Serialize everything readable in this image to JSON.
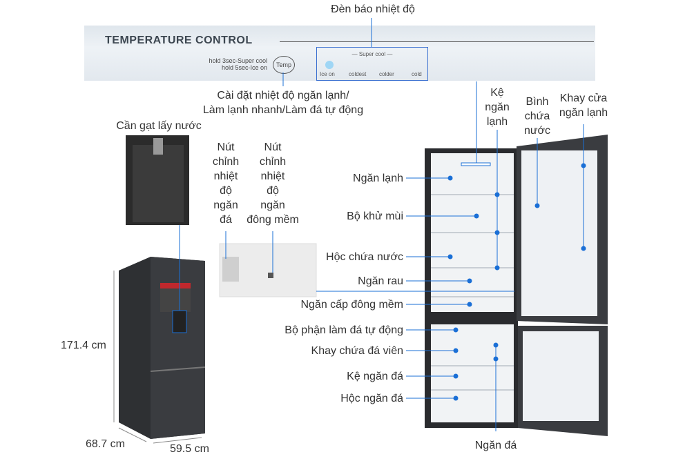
{
  "panel": {
    "title": "TEMPERATURE  CONTROL",
    "hold1": "hold 3sec-Super cool",
    "hold2": "hold 5sec-Ice on",
    "temp_button": "Temp",
    "super_cool": "— Super cool —",
    "indicators": [
      "Ice on",
      "coldest",
      "colder",
      "cold"
    ]
  },
  "labels": {
    "indicator_light": "Đèn báo nhiệt độ",
    "temp_setting": [
      "Cài đặt nhiệt độ ngăn lạnh/",
      "Làm lạnh nhanh/Làm đá tự động"
    ],
    "water_lever": "Cần gạt lấy nước",
    "freezer_knob": [
      "Nút",
      "chỉnh",
      "nhiệt",
      "độ",
      "ngăn",
      "đá"
    ],
    "soft_freeze_knob": [
      "Nút",
      "chỉnh",
      "nhiệt",
      "độ",
      "ngăn",
      "đông mềm"
    ],
    "fridge_shelf": [
      "Kệ",
      "ngăn",
      "lạnh"
    ],
    "water_tank": [
      "Bình",
      "chứa",
      "nước"
    ],
    "door_tray": [
      "Khay cửa",
      "ngăn lạnh"
    ],
    "left": [
      "Ngăn lạnh",
      "Bộ khử mùi",
      "Hộc chứa nước",
      "Ngăn rau",
      "Ngăn cấp đông mềm",
      "Bộ phận làm đá tự động",
      "Khay chứa đá viên",
      "Kệ ngăn đá",
      "Hộc ngăn đá"
    ],
    "freezer": "Ngăn đá"
  },
  "dimensions": {
    "height": "171.4 cm",
    "depth": "68.7 cm",
    "width": "59.5 cm"
  },
  "colors": {
    "accent": "#1a6fd6",
    "body": "#2c2e31"
  }
}
